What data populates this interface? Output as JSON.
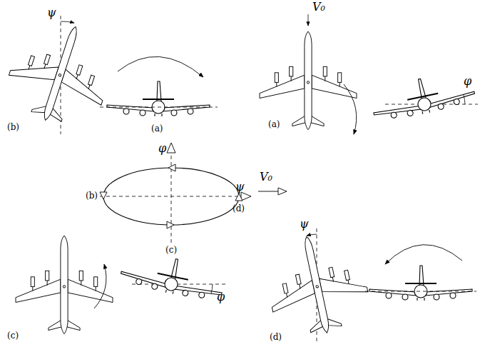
{
  "diagram": {
    "labels": [
      "ψ",
      "(b)",
      "(a)",
      "V₀",
      "(a)",
      "φ",
      "φ",
      "(b)",
      "ψ",
      "V₀",
      "(d)",
      "(c)",
      "(c)",
      "φ",
      "ψ",
      "(d)"
    ]
  }
}
